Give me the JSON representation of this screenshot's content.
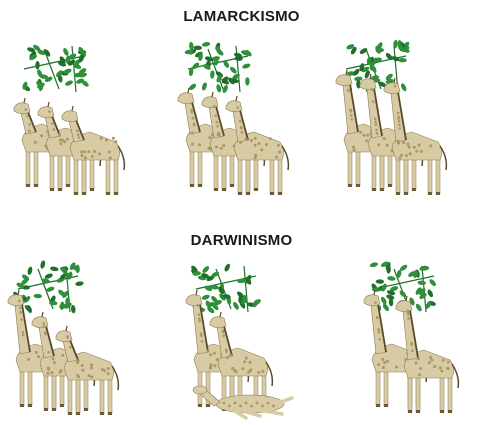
{
  "sections": {
    "lamarckismo": {
      "title": "LAMARCKISMO"
    },
    "darwinismo": {
      "title": "DARWINISMO"
    }
  },
  "colors": {
    "leaf": "#2f8f3a",
    "leaf_dark": "#1f6e2a",
    "giraffe_body": "#d8cba3",
    "giraffe_spot": "#a89868",
    "mane": "#5a4a2a",
    "outline": "#8b7d55"
  },
  "scenes": [
    {
      "section": "lamarckismo",
      "stage": 1,
      "giraffes": [
        {
          "neck": "short"
        },
        {
          "neck": "short"
        },
        {
          "neck": "short"
        }
      ]
    },
    {
      "section": "lamarckismo",
      "stage": 2,
      "giraffes": [
        {
          "neck": "medium"
        },
        {
          "neck": "medium"
        },
        {
          "neck": "medium"
        }
      ]
    },
    {
      "section": "lamarckismo",
      "stage": 3,
      "giraffes": [
        {
          "neck": "long"
        },
        {
          "neck": "long"
        },
        {
          "neck": "long"
        }
      ]
    },
    {
      "section": "darwinismo",
      "stage": 1,
      "giraffes": [
        {
          "neck": "long"
        },
        {
          "neck": "medium"
        },
        {
          "neck": "short"
        }
      ]
    },
    {
      "section": "darwinismo",
      "stage": 2,
      "giraffes": [
        {
          "neck": "long"
        },
        {
          "neck": "medium"
        },
        {
          "neck": "fallen"
        }
      ]
    },
    {
      "section": "darwinismo",
      "stage": 3,
      "giraffes": [
        {
          "neck": "long"
        },
        {
          "neck": "long"
        }
      ]
    }
  ]
}
